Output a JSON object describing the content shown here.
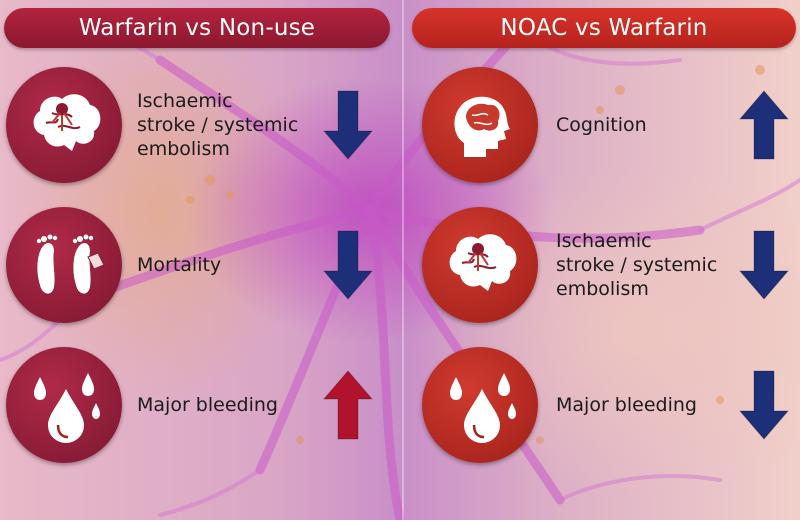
{
  "panels": [
    {
      "title": "Warfarin vs Non-use",
      "items": [
        {
          "icon": "brain-icon",
          "lines": [
            "Ischaemic",
            "stroke / systemic",
            "embolism"
          ],
          "direction": "down",
          "arrow_color": "#1c2f78"
        },
        {
          "icon": "feet-toe-tag-icon",
          "lines": [
            "Mortality"
          ],
          "direction": "down",
          "arrow_color": "#1c2f78"
        },
        {
          "icon": "blood-drops-icon",
          "lines": [
            "Major bleeding"
          ],
          "direction": "up",
          "arrow_color": "#b0132b"
        }
      ]
    },
    {
      "title": "NOAC vs Warfarin",
      "items": [
        {
          "icon": "head-brain-icon",
          "lines": [
            "Cognition"
          ],
          "direction": "up",
          "arrow_color": "#1c2f78"
        },
        {
          "icon": "brain-icon",
          "lines": [
            "Ischaemic",
            "stroke / systemic",
            "embolism"
          ],
          "direction": "down",
          "arrow_color": "#1c2f78"
        },
        {
          "icon": "blood-drops-icon",
          "lines": [
            "Major bleeding"
          ],
          "direction": "down",
          "arrow_color": "#1c2f78"
        }
      ]
    }
  ],
  "colors": {
    "left_panel": "#9e1d38",
    "right_panel": "#c72b23",
    "decrease_arrow": "#1c2f78",
    "increase_arrow": "#b0132b"
  }
}
